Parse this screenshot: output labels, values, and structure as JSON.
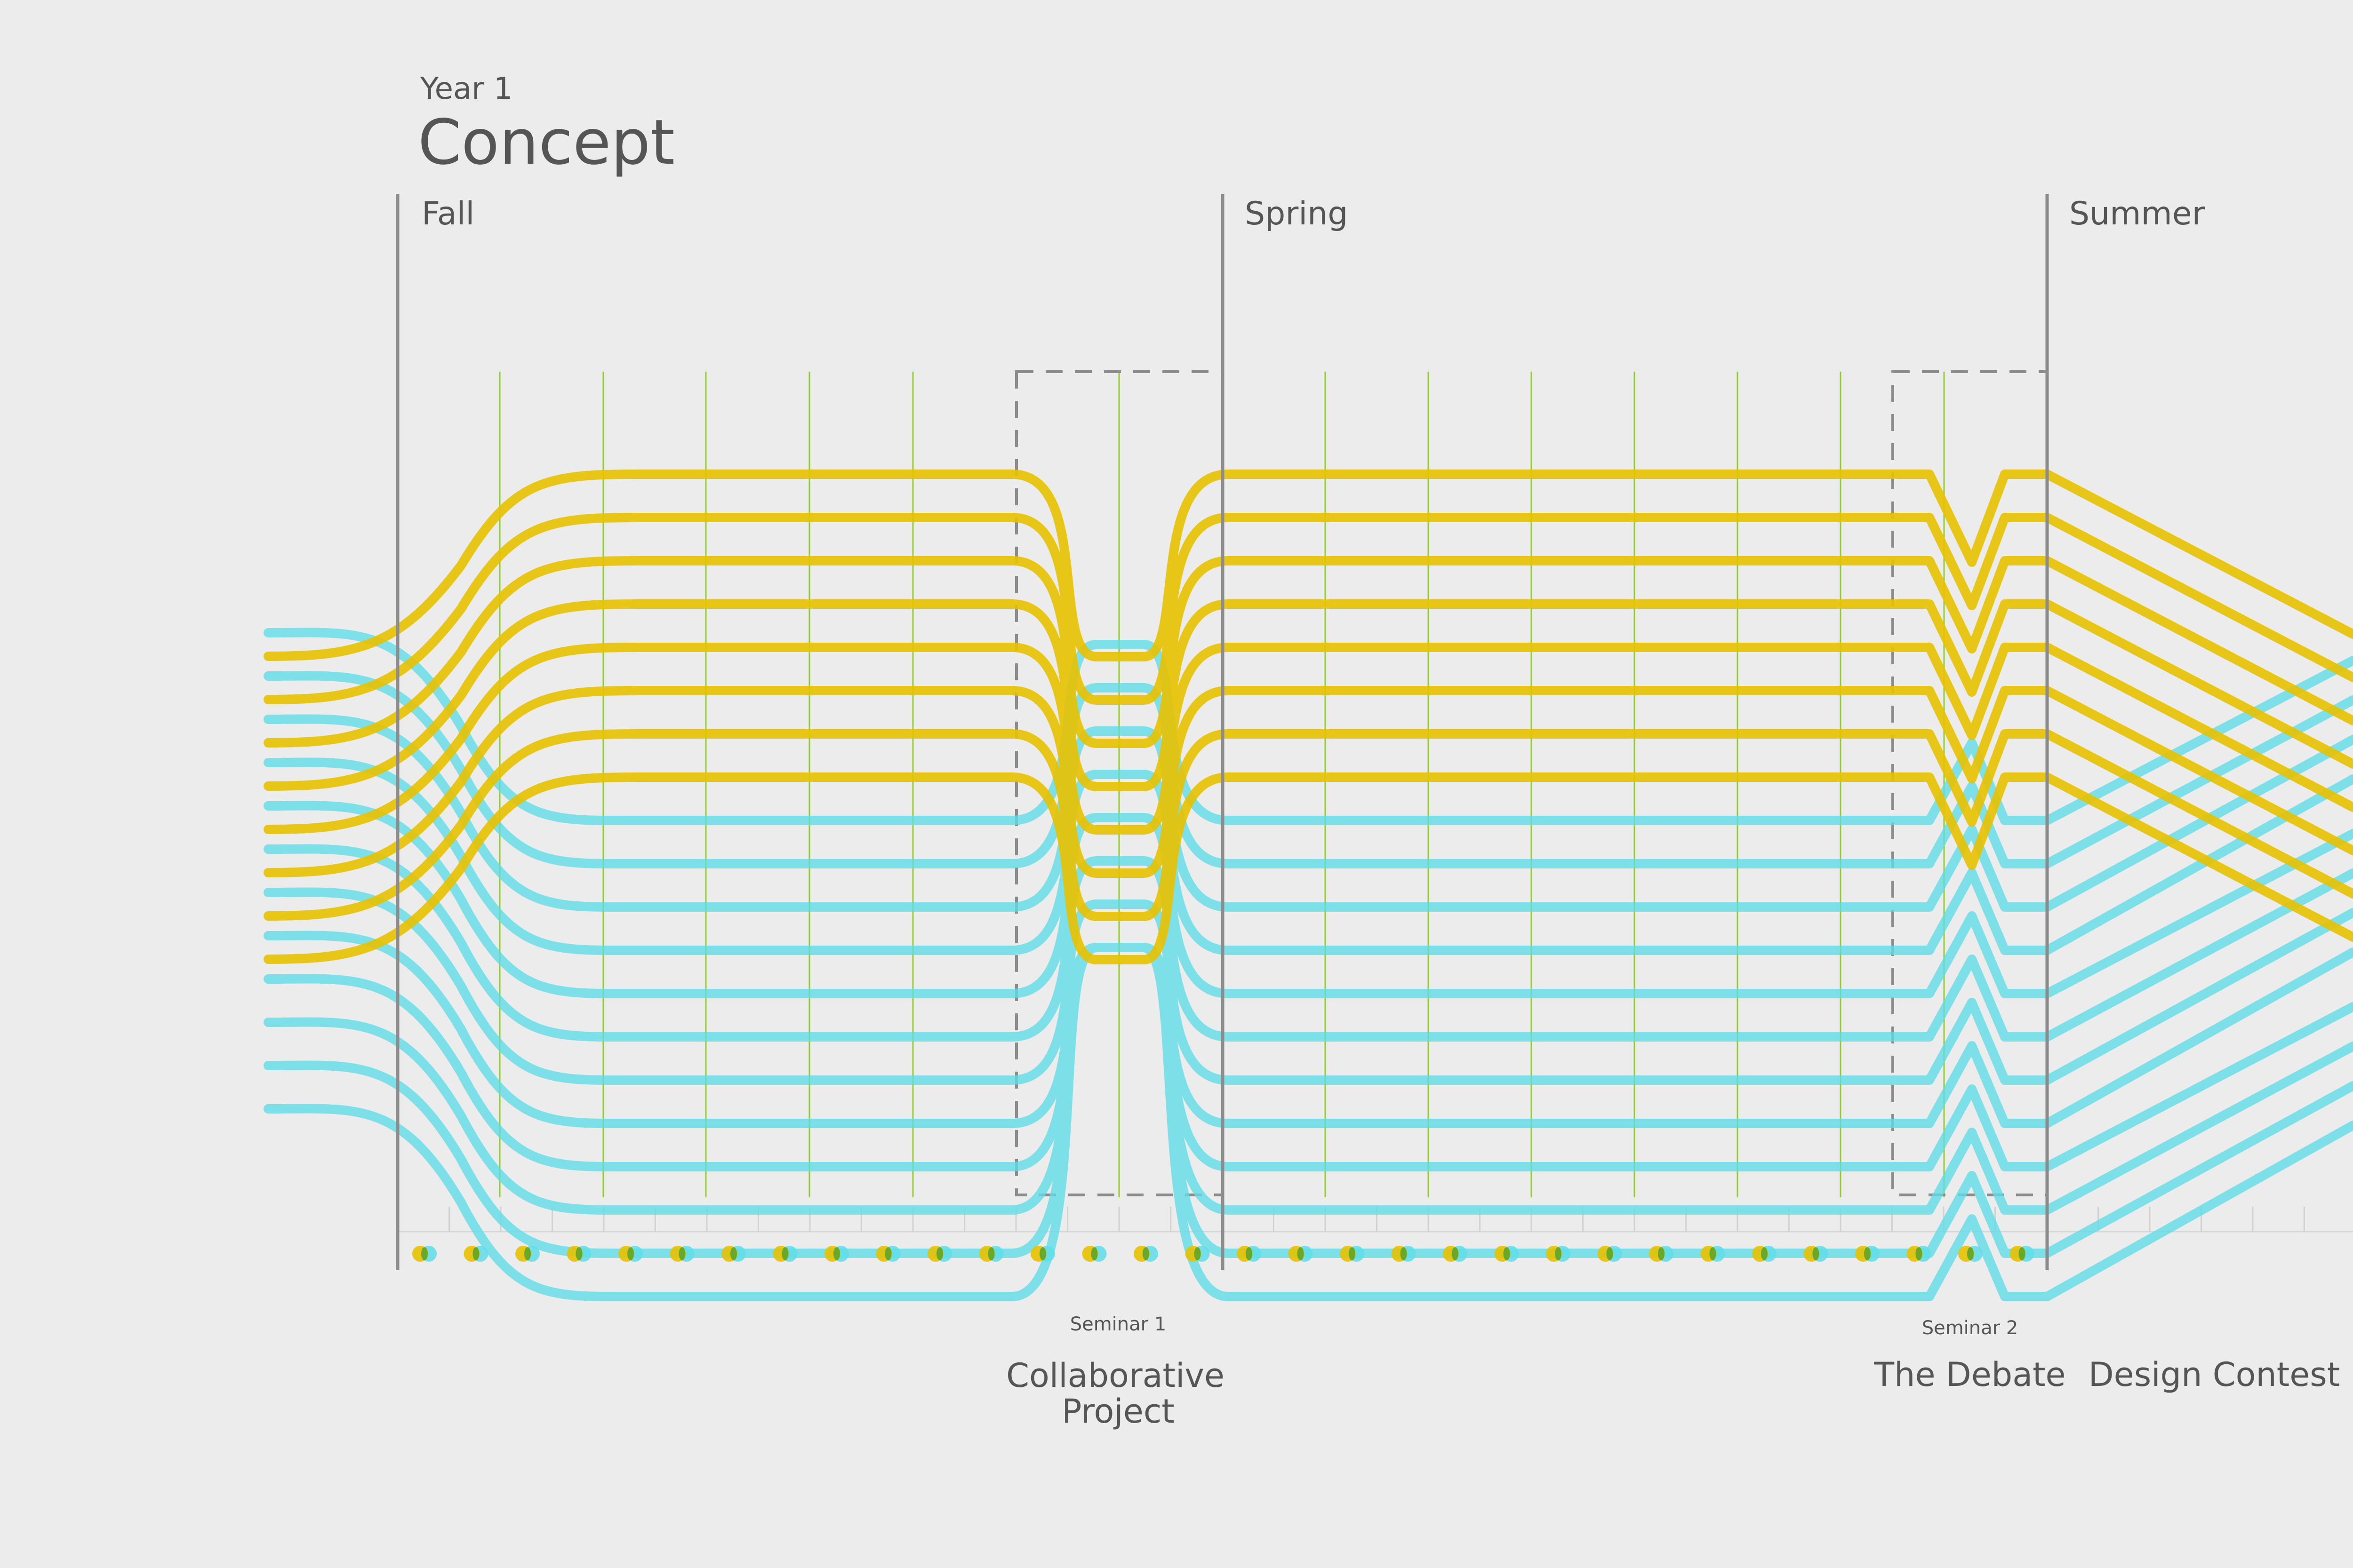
{
  "header": {
    "year": "Year 1",
    "title": "Concept"
  },
  "seasons": [
    {
      "id": "fall",
      "label": "Fall"
    },
    {
      "id": "spring",
      "label": "Spring"
    },
    {
      "id": "summer",
      "label": "Summer"
    }
  ],
  "events": {
    "seminar1": {
      "caption": "Seminar 1",
      "title_line1": "Collaborative",
      "title_line2": "Project"
    },
    "seminar2": {
      "caption": "Seminar 2",
      "title": "The Debate"
    },
    "contest": {
      "title": "Design Contest"
    }
  },
  "colors": {
    "background": "#ececec",
    "yellow_track": "#e8c200",
    "cyan_track": "#5fdde8",
    "green_overlap": "#6aa82a",
    "divider": "#8c8c8c",
    "guide": "#8fcf2a",
    "text": "#555555"
  },
  "tracks": {
    "yellow_count": 8,
    "cyan_count": 12
  }
}
